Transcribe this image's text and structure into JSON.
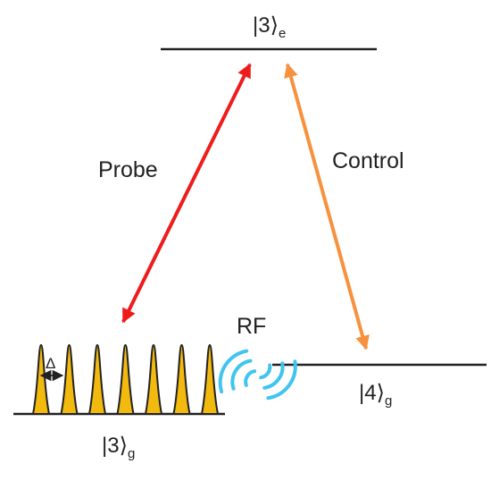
{
  "levels": {
    "excited": {
      "prefix": "|3",
      "subscript": "e"
    },
    "ground_left": {
      "prefix": "|3",
      "subscript": "g"
    },
    "ground_right": {
      "prefix": "|4",
      "subscript": "g"
    }
  },
  "transitions": {
    "probe": {
      "label": "Probe",
      "color": "#ee1c1c"
    },
    "control": {
      "label": "Control",
      "color": "#f7913d"
    },
    "rf": {
      "label": "RF",
      "color": "#40c4f0"
    }
  },
  "comb": {
    "spacing_label": "Δ",
    "fill_color": "#f2b90f",
    "tooth_count": 7
  },
  "colors": {
    "line": "#222222"
  }
}
